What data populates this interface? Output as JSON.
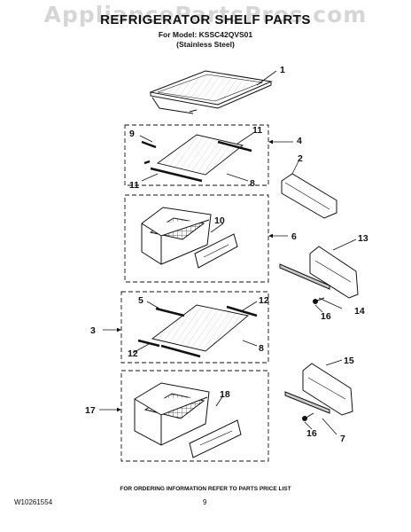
{
  "watermark": "AppliancePartsPros.com",
  "title": "REFRIGERATOR SHELF PARTS",
  "model_line": "For Model: KSSC42QVS01",
  "finish_line": "(Stainless Steel)",
  "callouts": {
    "c1": "1",
    "c2": "2",
    "c3": "3",
    "c4": "4",
    "c5": "5",
    "c6": "6",
    "c7": "7",
    "c8a": "8",
    "c8b": "8",
    "c9": "9",
    "c10": "10",
    "c11a": "11",
    "c11b": "11",
    "c12a": "12",
    "c12b": "12",
    "c13": "13",
    "c14": "14",
    "c15": "15",
    "c16a": "16",
    "c16b": "16",
    "c17": "17",
    "c18": "18"
  },
  "footer": {
    "ordering_note": "FOR ORDERING INFORMATION REFER TO PARTS PRICE LIST",
    "doc_number": "W10261554",
    "page_number": "9"
  }
}
